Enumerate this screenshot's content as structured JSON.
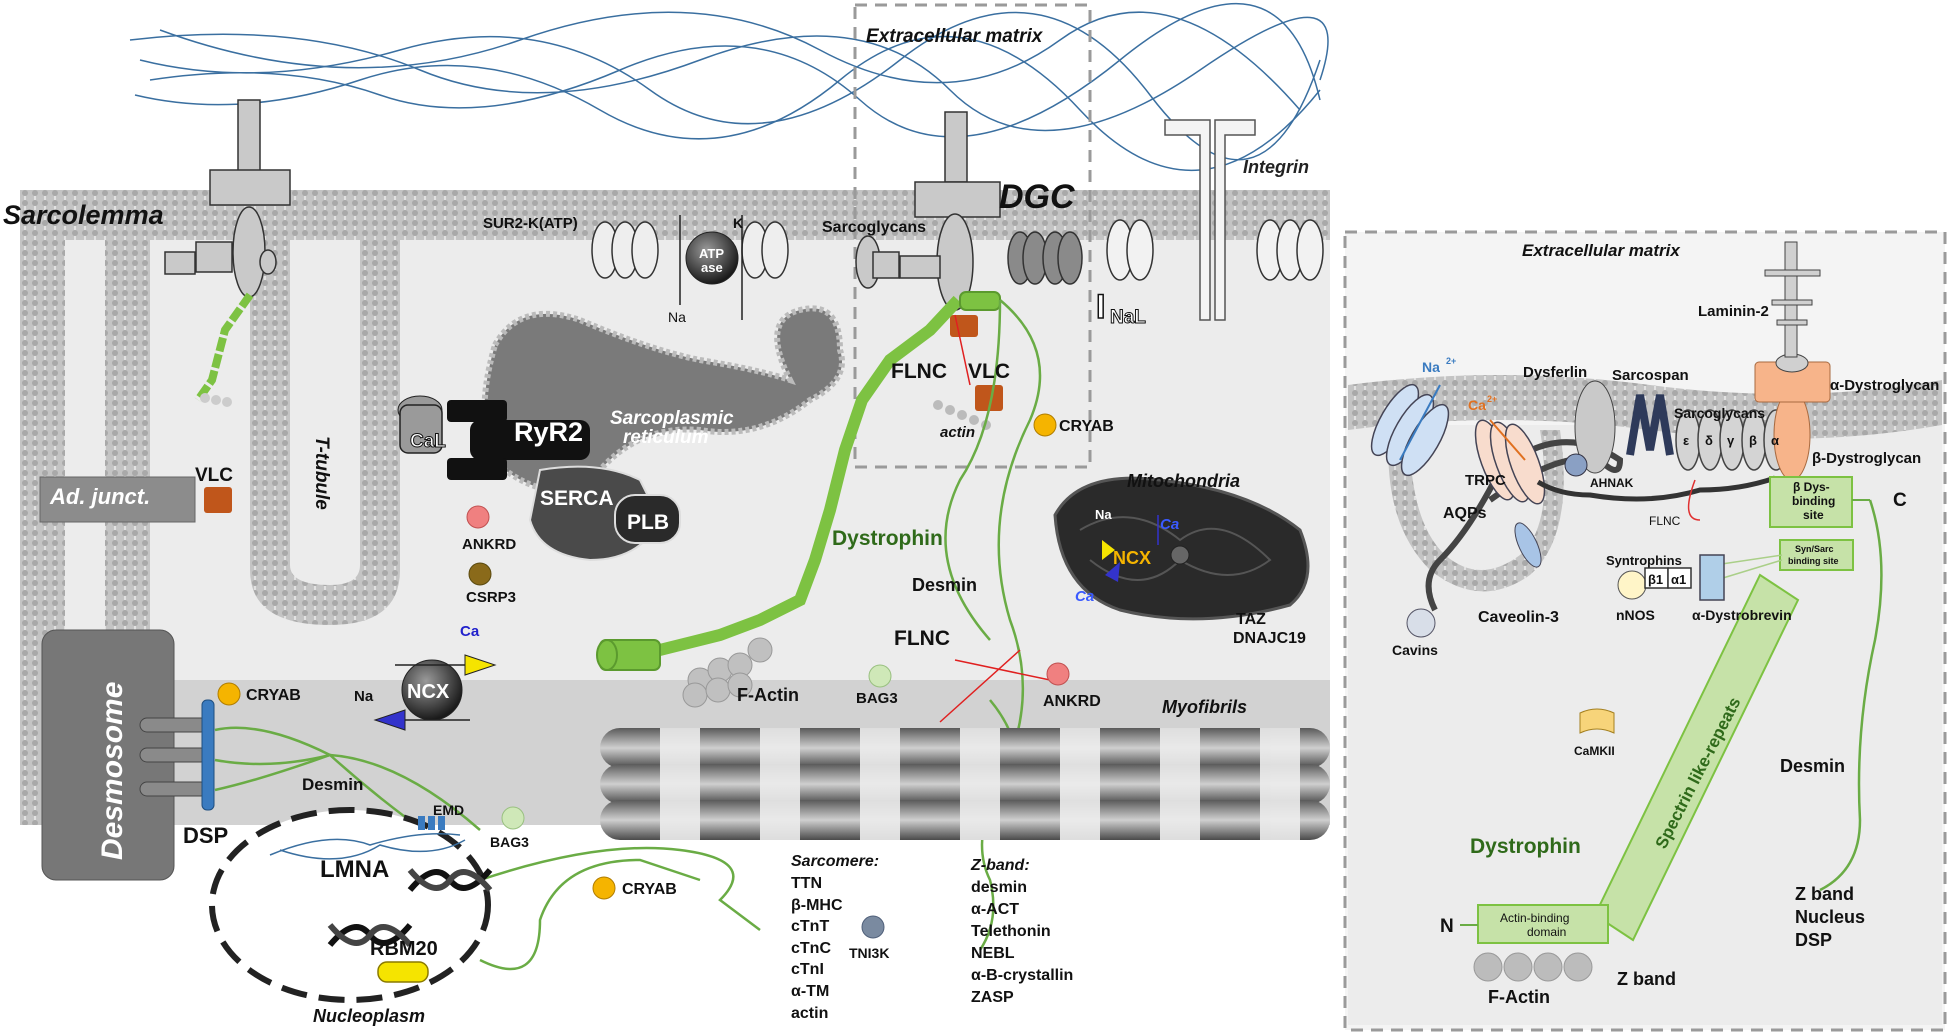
{
  "left_panel": {
    "sarcolemma": "Sarcolemma",
    "extracellular_matrix": "Extracellular matrix",
    "dgc": "DGC",
    "integrin": "Integrin",
    "sur2_katp": "SUR2-K(ATP)",
    "atpase": "ATP",
    "atpase2": "ase",
    "k_ion": "K",
    "na_ion": "Na",
    "sarcoglycans": "Sarcoglycans",
    "inal_i": "I",
    "inal_sub": "NaL",
    "flnc_top": "FLNC",
    "vlc_top": "VLC",
    "actin": "actin",
    "cryab_top": "CRYAB",
    "cal": "CaL",
    "ryr2": "RyR2",
    "sr_line1": "Sarcoplasmic",
    "sr_line2": "reticulum",
    "serca": "SERCA",
    "plb": "PLB",
    "ad_junct": "Ad. junct.",
    "vlc_left": "VLC",
    "t_tubule": "T-tubule",
    "ankrd_left": "ANKRD",
    "csrp3": "CSRP3",
    "ca_ncx": "Ca",
    "na_ncx": "Na",
    "ncx": "NCX",
    "dystrophin": "Dystrophin",
    "desmin_mid": "Desmin",
    "mitochondria": "Mitochondria",
    "mito_na": "Na",
    "mito_ca_top": "Ca",
    "mito_ncx": "NCX",
    "mito_ca_bottom": "Ca",
    "taz": "TAZ",
    "dnajc19": "DNAJC19",
    "desmosome": "Desmosome",
    "cryab_left": "CRYAB",
    "dsp": "DSP",
    "desmin_left": "Desmin",
    "emd": "EMD",
    "bag3_left": "BAG3",
    "lmna": "LMNA",
    "rbm20": "RBM20",
    "nucleoplasm": "Nucleoplasm",
    "f_actin": "F-Actin",
    "flnc_mid": "FLNC",
    "bag3_mid": "BAG3",
    "ankrd_mid": "ANKRD",
    "myofibrils": "Myofibrils",
    "cryab_bottom": "CRYAB",
    "sarcomere_title": "Sarcomere:",
    "sarcomere_items": [
      "TTN",
      "β-MHC",
      "cTnT",
      "cTnC",
      "cTnI",
      "α-TM",
      "actin"
    ],
    "tni3k": "TNI3K",
    "zband_title": "Z-band:",
    "zband_items": [
      "desmin",
      "α-ACT",
      "Telethonin",
      "NEBL",
      "α-B-crystallin",
      "ZASP"
    ]
  },
  "right_panel": {
    "extracellular_matrix": "Extracellular matrix",
    "laminin2": "Laminin-2",
    "alpha_dystroglycan": "α-Dystroglycan",
    "beta_dystroglycan": "β-Dystroglycan",
    "na_ion": "Na",
    "na_sup": "2+",
    "ca_ion": "Ca",
    "ca_sup": "2+",
    "dysferlin": "Dysferlin",
    "sarcospan": "Sarcospan",
    "sarcoglycans": "Sarcoglycans",
    "sg_letters": [
      "ε",
      "δ",
      "γ",
      "β",
      "α"
    ],
    "trpc": "TRPC",
    "ahnak": "AHNAK",
    "aqps": "AQPs",
    "flnc": "FLNC",
    "beta_dys_binding_1": "β Dys-",
    "beta_dys_binding_2": "binding",
    "beta_dys_binding_3": "site",
    "c_terminus": "C",
    "syn_sarc_1": "Syn/Sarc",
    "syn_sarc_2": "binding site",
    "syntrophins": "Syntrophins",
    "beta1": "β1",
    "alpha1": "α1",
    "nnos": "nNOS",
    "alpha_dystrobrevin": "α-Dystrobrevin",
    "caveolin3": "Caveolin-3",
    "cavins": "Cavins",
    "camkii": "CaMKII",
    "spectrin_repeats": "Spectrin like-repeats",
    "desmin": "Desmin",
    "dystrophin": "Dystrophin",
    "actin_binding_1": "Actin-binding",
    "actin_binding_2": "domain",
    "n_terminus": "N",
    "f_actin": "F-Actin",
    "z_band": "Z band",
    "desmin_targets": [
      "Z band",
      "Nucleus",
      "DSP"
    ]
  },
  "colors": {
    "membrane": "#b9b9b9",
    "cytoplasm": "#eaeaea",
    "nucleoplasm_bg": "#d4d4d4",
    "dystrophin_green": "#7dc242",
    "desmin_green": "#6aac45",
    "ecm_blue": "#3a6fa0",
    "vlc_brown": "#c0561b",
    "cryab_yellow": "#f5b400",
    "ankrd_pink": "#f08080",
    "csrp3_brown": "#8a6a1a",
    "dystroglycan_orange": "#f7b48a",
    "flnc_red": "#e02020"
  }
}
